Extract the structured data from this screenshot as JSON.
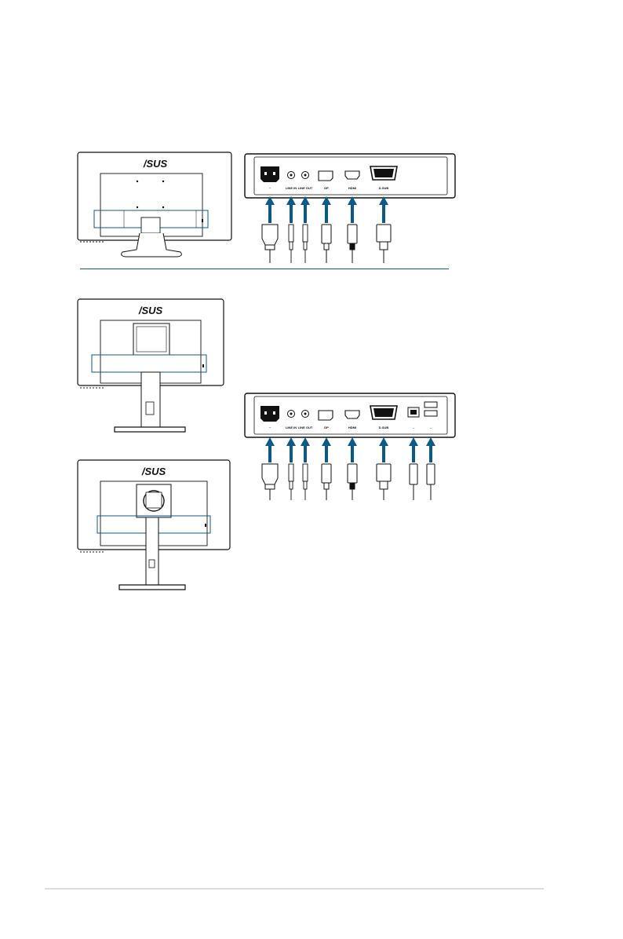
{
  "brand": {
    "logo_text": "/SUS"
  },
  "colors": {
    "arrow": "#0b5a8a",
    "outline": "#111111",
    "rule": "#0b5a8a",
    "footer_rule": "#dddddd"
  },
  "panel_a": {
    "port_labels": [
      "~",
      "LINE IN",
      "LINE OUT",
      "DP",
      "HDMI",
      "D-SUB"
    ]
  },
  "panel_b": {
    "port_labels": [
      "~",
      "LINE IN",
      "LINE OUT",
      "DP",
      "HDMI",
      "D-SUB",
      "↔",
      "↔"
    ]
  }
}
